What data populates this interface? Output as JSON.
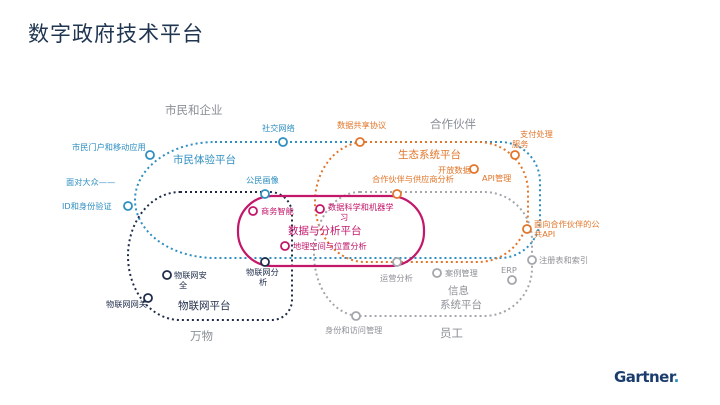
{
  "title": "数字政府技术平台",
  "regions": {
    "citizens": "市民和企业",
    "partners": "合作伙伴",
    "things": "万物",
    "employees": "员工"
  },
  "platforms": {
    "citizen_experience": "市民体验平台",
    "ecosystem": "生态系统平台",
    "iot": "物联网平台",
    "info_line1": "信息",
    "info_line2": "系统平台",
    "data_analytics": "数据与分析平台"
  },
  "nodes": {
    "social_network": "社交网络",
    "citizen_portal": "市民门户和移动应用",
    "face_to_face": "面对大众——",
    "id_verification": "ID和身份验证",
    "citizen_profile": "公民画像",
    "data_sharing": "数据共享协议",
    "payment_line1": "支付处理",
    "payment_line2": "服务",
    "open_data": "开放数据",
    "api_management": "API管理",
    "partner_analysis": "合作伙伴与供应商分析",
    "public_api_line1": "面向合作伙伴的公",
    "public_api_line2": "共API",
    "business_intelligence": "商务智能",
    "data_science_line1": "数据科学和机器学",
    "data_science_line2": "习",
    "geo_analysis": "地理空间与位置分析",
    "iot_security_line1": "物联网安",
    "iot_security_line2": "全",
    "iot_analysis_line1": "物联网分",
    "iot_analysis_line2": "析",
    "iot_gateway": "物联网网关",
    "operations_analysis": "运营分析",
    "case_management": "案例管理",
    "erp": "ERP",
    "registry": "注册表和索引",
    "identity_access": "身份和访问管理"
  },
  "logo": {
    "text": "Gartner",
    "dot": "."
  },
  "colors": {
    "citizen_line": "#2f8fc1",
    "ecosystem_line": "#e2762a",
    "iot_line": "#1e2c4a",
    "info_line": "#a3a6ab",
    "data_line": "#c3176a"
  }
}
